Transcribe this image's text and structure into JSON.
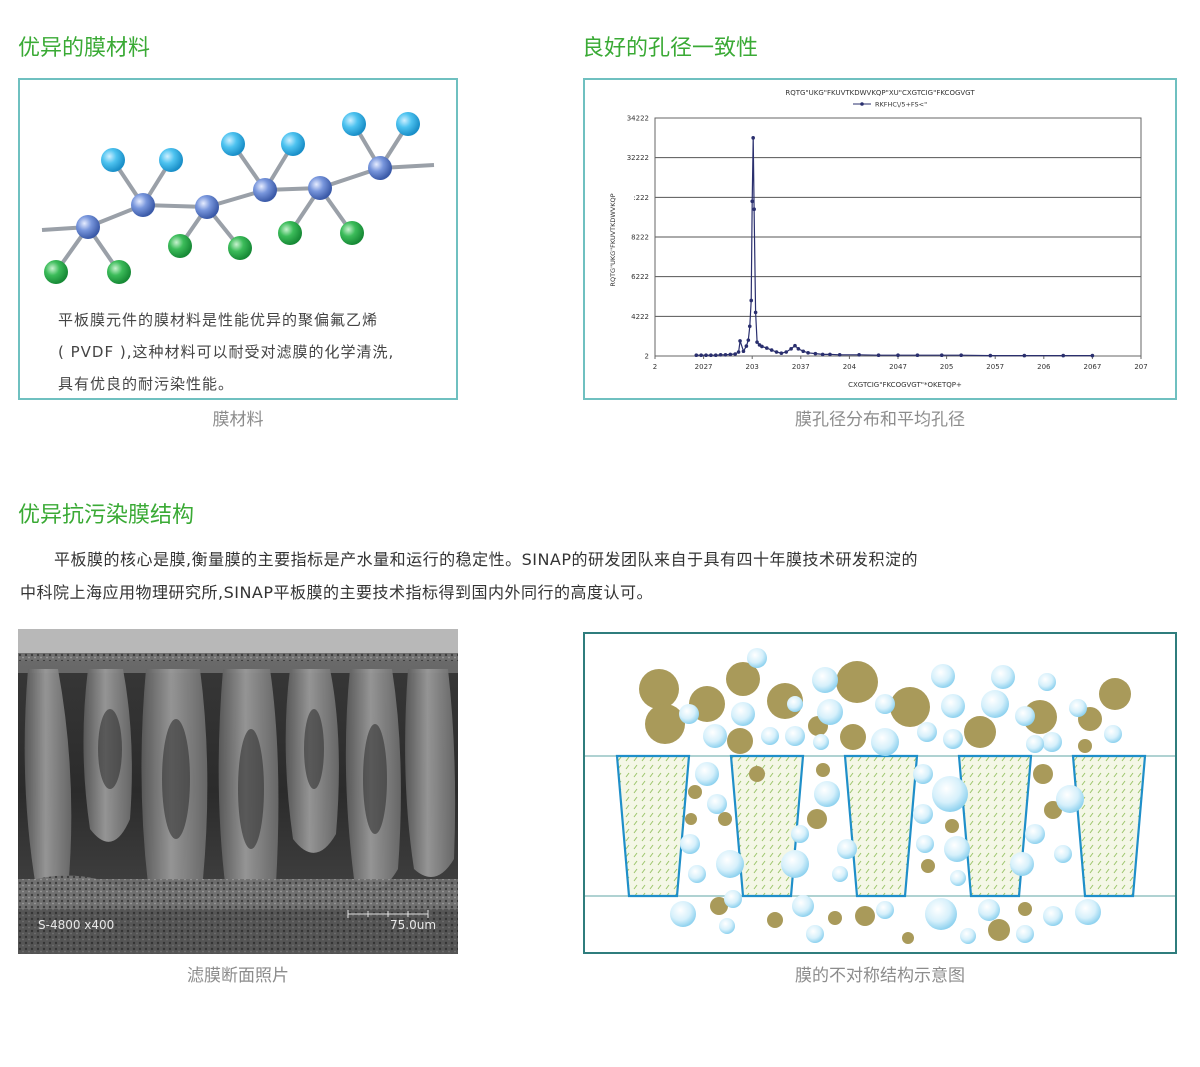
{
  "sections": {
    "material": {
      "heading": "优异的膜材料",
      "text_line1": "平板膜元件的膜材料是性能优异的聚偏氟乙烯",
      "text_line2": "( PVDF ),这种材料可以耐受对滤膜的化学清洗,",
      "text_line3": "具有优良的耐污染性能。",
      "caption": "膜材料"
    },
    "pore": {
      "heading": "良好的孔径一致性",
      "caption": "膜孔径分布和平均孔径"
    },
    "antifouling": {
      "heading": "优异抗污染膜结构",
      "paragraph_line1": "平板膜的核心是膜,衡量膜的主要指标是产水量和运行的稳定性。SINAP的研发团队来自于具有四十年膜技术研发积淀的",
      "paragraph_line2": "中科院上海应用物理研究所,SINAP平板膜的主要技术指标得到国内外同行的高度认可。",
      "sem_caption": "滤膜断面照片",
      "sem_label_left": "S-4800 x400",
      "sem_label_right": "75.0um",
      "schematic_caption": "膜的不对称结构示意图"
    }
  },
  "colors": {
    "heading": "#3aaa35",
    "panel_border": "#6fc0c0",
    "atom_blue": "#2fb3ea",
    "atom_green": "#2aa84a",
    "atom_core": "#5f7fd0",
    "particle_large": "#a99a5a",
    "bubble": "#bfe6f7"
  },
  "chart_data": {
    "type": "line",
    "title": "RQTG\"UKG\"FKUVTKDWVKQP\"XU\"CXGTCIG\"FKCOGVGT",
    "legend": [
      "RKFHC\\/5+FS<\""
    ],
    "xlabel": "CXGTCIG\"FKCOGVGT\"*OKETQP+",
    "ylabel": "RQTG\"UKG\"FKUVTKDWVKQP",
    "x_tick_labels": [
      "2",
      "2027",
      "203",
      "2037",
      "204",
      "2047",
      "205",
      "2057",
      "206",
      "2067",
      "207"
    ],
    "y_tick_labels": [
      "2",
      "4222",
      "6222",
      "8222",
      ":222",
      "32222",
      "34222"
    ],
    "xlim": [
      0,
      10
    ],
    "ylim": [
      0,
      6
    ],
    "grid": true,
    "legend_position": "top",
    "series": [
      {
        "x": [
          0.85,
          0.95,
          1.05,
          1.15,
          1.25,
          1.35,
          1.45,
          1.55,
          1.65,
          1.72,
          1.75,
          1.82,
          1.88,
          1.92,
          1.95,
          1.98,
          2.0,
          2.02,
          2.04,
          2.07,
          2.1,
          2.15,
          2.2,
          2.3,
          2.4,
          2.5,
          2.6,
          2.7,
          2.8,
          2.88,
          2.95,
          3.05,
          3.15,
          3.3,
          3.45,
          3.6,
          3.8,
          4.2,
          4.6,
          5.0,
          5.4,
          5.9,
          6.3,
          6.9,
          7.6,
          8.4,
          9.0
        ],
        "y": [
          0.02,
          0.02,
          0.02,
          0.02,
          0.02,
          0.03,
          0.03,
          0.04,
          0.05,
          0.1,
          0.38,
          0.12,
          0.25,
          0.4,
          0.75,
          1.4,
          3.9,
          5.5,
          3.7,
          1.1,
          0.35,
          0.28,
          0.24,
          0.2,
          0.15,
          0.1,
          0.07,
          0.1,
          0.18,
          0.26,
          0.18,
          0.12,
          0.08,
          0.06,
          0.04,
          0.04,
          0.03,
          0.03,
          0.02,
          0.02,
          0.02,
          0.02,
          0.02,
          0.01,
          0.01,
          0.01,
          0.01
        ]
      }
    ]
  }
}
